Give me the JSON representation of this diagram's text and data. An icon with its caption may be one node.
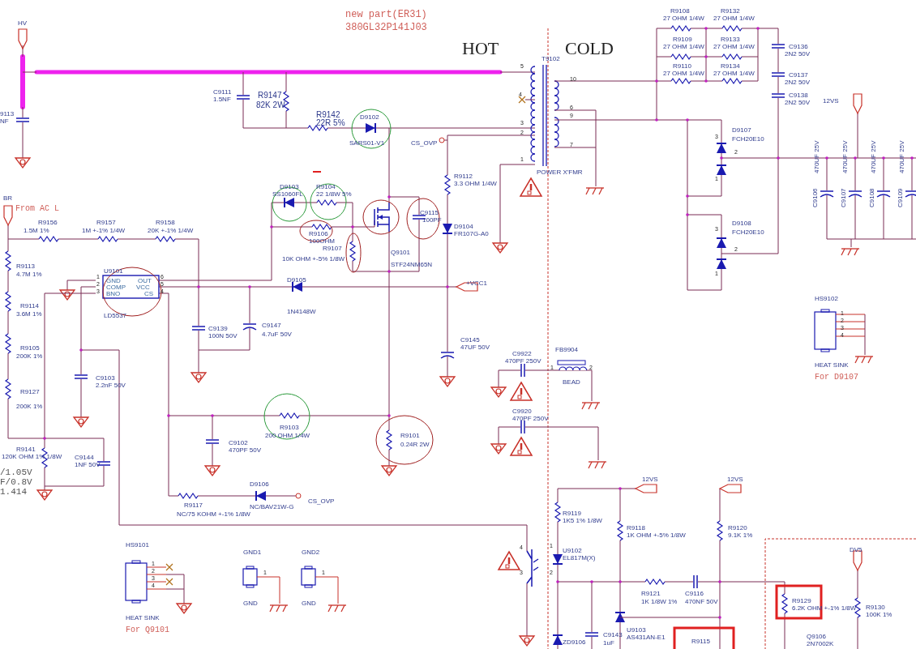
{
  "diagram": {
    "labels": [
      "new part(ER31)",
      "380GL32P141J03",
      "HV",
      "9113",
      "NF",
      "HOT",
      "COLD",
      "T9102",
      "5",
      "4",
      "3",
      "2",
      "1",
      "10",
      "6",
      "9",
      "7",
      "POWER X'FMR",
      "R9108",
      "27 OHM 1/4W",
      "R9132",
      "27 OHM 1/4W",
      "R9109",
      "27 OHM 1/4W",
      "R9133",
      "27 OHM 1/4W",
      "R9110",
      "27 OHM 1/4W",
      "R9134",
      "27 OHM 1/4W",
      "C9136",
      "2N2 50V",
      "C9137",
      "2N2 50V",
      "C9138",
      "2N2 50V",
      "12VS",
      "C9111",
      "1.5NF",
      "R9147",
      "82K 2W",
      "R9142",
      "22R 5%",
      "D9102",
      "SARS01-V1",
      "CS_OVP",
      "D9103",
      "SS1060FL",
      "R9104",
      "22 1/8W 5%",
      "R9106",
      "100OHM",
      "C9115",
      "100PF",
      "Q9101",
      "STF24NM65N",
      "R9107",
      "10K OHM +-5% 1/8W",
      "R9112",
      "3.3 OHM 1/4W",
      "D9104",
      "FR107G-A0",
      "D9107",
      "FCH20E10",
      "3",
      "2",
      "1",
      "D9108",
      "FCH20E10",
      "3",
      "2",
      "1",
      "C9106",
      "470UF 25V",
      "C9107",
      "470UF 25V",
      "C9108",
      "470UF 25V",
      "C9109",
      "470UF 25V",
      "BR",
      "From AC L",
      "R9156",
      "1.5M 1%",
      "R9157",
      "1M +-1% 1/4W",
      "R9158",
      "20K +-1% 1/4W",
      "R9113",
      "4.7M 1%",
      "R9114",
      "3.6M 1%",
      "R9105",
      "200K 1%",
      "R9127",
      "200K 1%",
      "U9101",
      "1",
      "2",
      "3",
      "GND",
      "OUT",
      "COMP",
      "VCC",
      "BNO",
      "CS",
      "6",
      "5",
      "4",
      "LD5537",
      "D9105",
      "1N4148W",
      "+VCC1",
      "C9139",
      "100N 50V",
      "C9147",
      "4.7uF 50V",
      "C9145",
      "47UF 50V",
      "C9103",
      "2.2nF 50V",
      "R9103",
      "200 OHM 1/4W",
      "C9102",
      "470PF 50V",
      "R9101",
      "0.24R 2W",
      "R9141",
      "120K OHM 1% 1/8W",
      "C9144",
      "1NF 50V",
      "/1.05V",
      "F/0.8V",
      "1.414",
      "R9117",
      "NC/75 KOHM +-1% 1/8W",
      "D9106",
      "NC/BAV21W-G",
      "CS_OVP",
      "HS9101",
      "1",
      "2",
      "3",
      "4",
      "HEAT SINK",
      "For Q9101",
      "GND1",
      "1",
      "GND",
      "GND2",
      "1",
      "GND",
      "C9922",
      "470PF 250V",
      "FB9904",
      "1",
      "2",
      "BEAD",
      "C9920",
      "470PF 250V",
      "HS9102",
      "1",
      "2",
      "3",
      "4",
      "HEAT SINK",
      "For D9107",
      "12VS",
      "12VS",
      "R9119",
      "1K5 1% 1/8W",
      "R9118",
      "1K OHM +-5% 1/8W",
      "R9120",
      "9.1K 1%",
      "4",
      "3",
      "1",
      "2",
      "U9102",
      "EL817M(X)",
      "R9121",
      "1K 1/8W 1%",
      "C9116",
      "470NF 50V",
      "R9129",
      "6.2K OHM +-1% 1/8W",
      "DV5",
      "R9130",
      "100K 1%",
      "U9103",
      "AS431AN-E1",
      "ZD9106",
      "C9143",
      "1uF",
      "R9115",
      "Q9106",
      "2N7002K"
    ]
  }
}
